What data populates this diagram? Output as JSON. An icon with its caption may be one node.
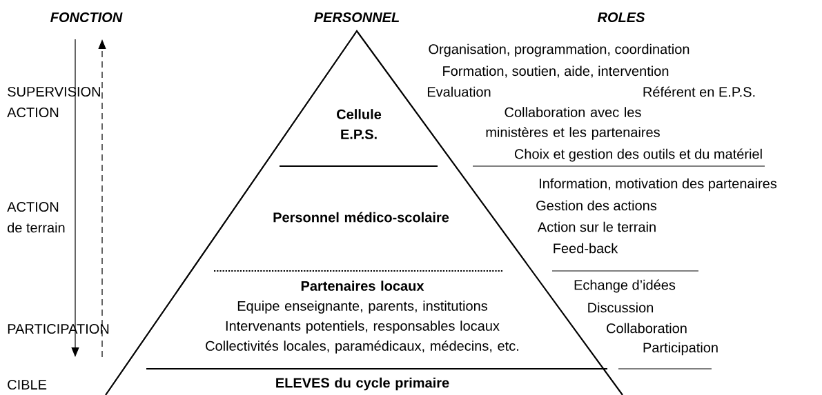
{
  "diagram": {
    "nodes": [
      {
        "text": [
          "Cellule E.P.S."
        ]
      },
      {
        "text": [
          "Personnel médico-scolaire"
        ]
      },
      {
        "text": [
          "Partenaires locaux",
          "Equipe enseignante, parents, institutions",
          "Intervenants potentiels, responsables locaux",
          "Collectivités locales, paramédicaux, médecins, etc."
        ]
      },
      {
        "text": [
          "ELEVES du cycle primaire"
        ]
      }
    ],
    "labels": [
      "FONCTION",
      "PERSONNEL",
      "ROLES",
      "Organisation, programmation, coordination",
      "Formation, soutien, aide, intervention",
      "SUPERVISION",
      "Evaluation",
      "Référent en E.P.S.",
      "ACTION",
      "Collaboration avec les ministères et les partenaires",
      "Choix et gestion des outils et du matériel",
      "Information, motivation des partenaires",
      "ACTION",
      "Gestion des actions",
      "de terrain",
      "Action sur le terrain",
      "Feed-back",
      "Echange d’idées",
      "Discussion",
      "PARTICIPATION",
      "Collaboration",
      "Participation",
      "CIBLE"
    ]
  }
}
